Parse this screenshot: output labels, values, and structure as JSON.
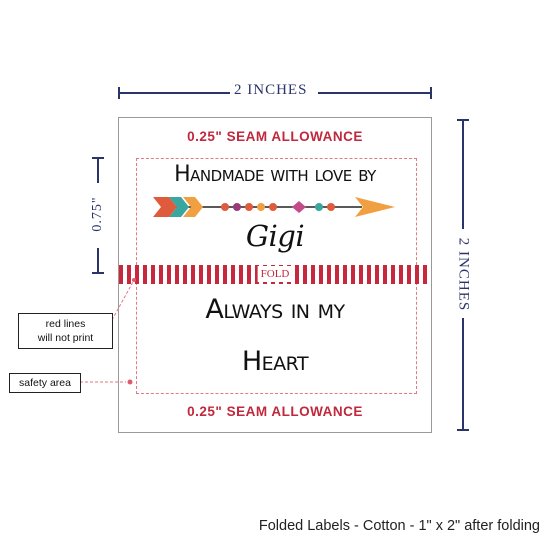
{
  "dimensions": {
    "width_label": "2 INCHES",
    "height_label": "2 INCHES",
    "fold_height_label": "0.75\""
  },
  "label": {
    "seam_top": "0.25\" SEAM ALLOWANCE",
    "seam_bottom": "0.25\" SEAM ALLOWANCE",
    "line1": "Handmade with love by",
    "name": "Gigi",
    "fold": "FOLD",
    "line2": "Always in my",
    "line3": "Heart"
  },
  "callouts": {
    "red_lines": "red lines\nwill not print",
    "safety_area": "safety area"
  },
  "caption": "Folded Labels - Cotton - 1\" x 2\" after folding",
  "colors": {
    "dimension_navy": "#2b3468",
    "seam_red": "#c0283c",
    "arrow_teal": "#3aa6a0",
    "arrow_orange": "#f0a040",
    "arrow_red": "#e05a3c"
  }
}
